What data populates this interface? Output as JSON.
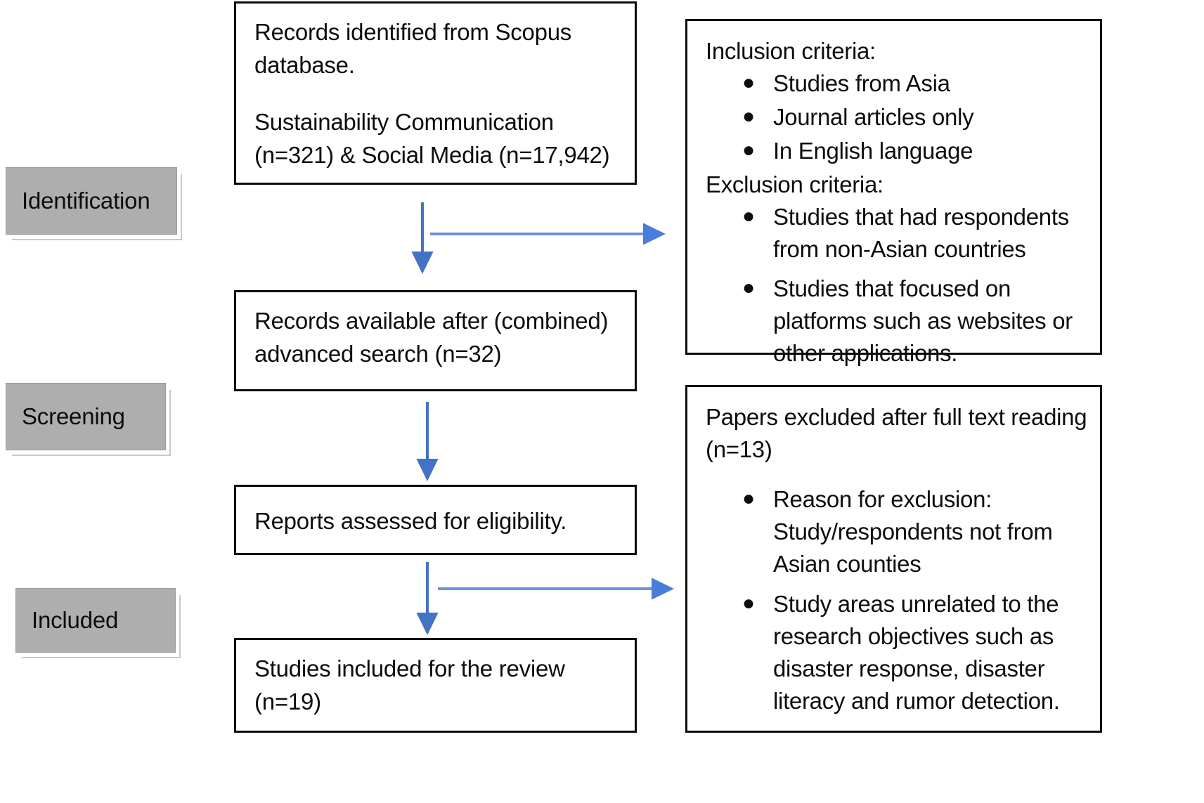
{
  "diagram": {
    "title": "PRISMA study selection flow diagram",
    "accent_color": "#4472c4",
    "box_border_color": "#0b0b0b",
    "stage_chip_fill": "#aeaeae"
  },
  "stages": [
    {
      "label": "Identification"
    },
    {
      "label": "Screening"
    },
    {
      "label": "Included"
    }
  ],
  "flow": {
    "identification": {
      "line1": "Records identified from  Scopus",
      "line2": "database.",
      "line3": "Sustainability Communication",
      "line4": "(n=321) & Social Media (n=17,942)"
    },
    "records_available": {
      "line1": "Records available after (combined)",
      "line2": "advanced search  (n=32)"
    },
    "reports_assessed": {
      "line1": "Reports assessed  for eligibility."
    },
    "studies_included": {
      "line1": "Studies included  for the review",
      "line2": "(n=19)"
    }
  },
  "criteria_box": {
    "inclusion_heading": "Inclusion criteria:",
    "inclusion_items": [
      "Studies from Asia",
      "Journal articles only",
      "In English language"
    ],
    "exclusion_heading": "Exclusion criteria:",
    "exclusion_items": [
      "Studies that had respondents from non-Asian countries",
      "Studies that focused on platforms such as websites or other applications."
    ],
    "bullet_glyph": "●"
  },
  "excluded_box": {
    "heading_line1": "Papers excluded after full text reading",
    "heading_line2": "(n=13)",
    "items": [
      "Reason for exclusion: Study/respondents not from Asian counties",
      "Study areas unrelated to the research objectives such as disaster response, disaster literacy and rumor detection."
    ],
    "bullet_glyph": "●"
  }
}
